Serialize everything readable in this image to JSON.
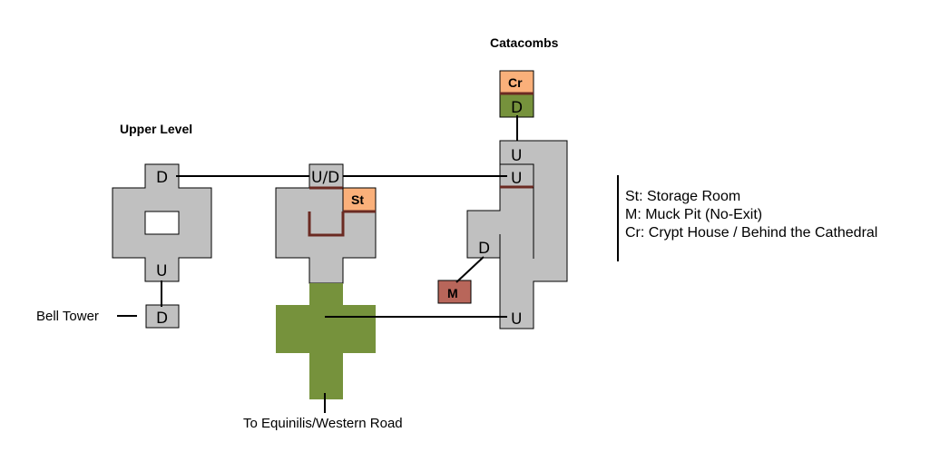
{
  "titles": {
    "upper_level": "Upper Level",
    "catacombs": "Catacombs"
  },
  "labels": {
    "bell_tower": "Bell Tower",
    "exit_road": "To Equinilis/Western Road"
  },
  "markers": {
    "upper_down": "D",
    "upper_up": "U",
    "bell_down": "D",
    "ud": "U/D",
    "storage": "St",
    "crypt": "Cr",
    "crypt_down": "D",
    "cat_up_top": "U",
    "cat_up_second": "U",
    "cat_down": "D",
    "muck": "M",
    "cat_up_bottom": "U"
  },
  "legend": [
    "St: Storage Room",
    "M: Muck Pit (No-Exit)",
    "Cr: Crypt House / Behind the Cathedral"
  ],
  "colors": {
    "room": "#c0c0c0",
    "green": "#76923c",
    "storage": "#fab07a",
    "muck": "#b8665a",
    "door": "#6b2a22"
  }
}
